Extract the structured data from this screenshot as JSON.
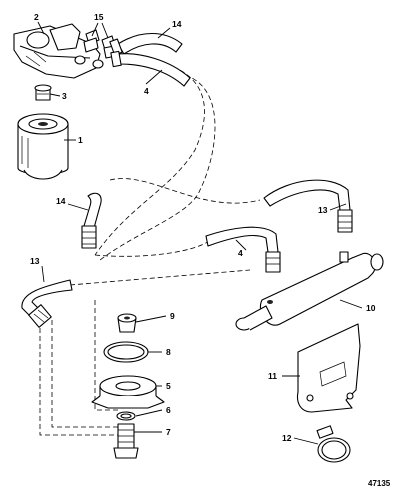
{
  "figure_id": "47135",
  "callouts": [
    {
      "key": "c1",
      "label": "1"
    },
    {
      "key": "c2",
      "label": "2"
    },
    {
      "key": "c3",
      "label": "3"
    },
    {
      "key": "c4a",
      "label": "4"
    },
    {
      "key": "c4b",
      "label": "4"
    },
    {
      "key": "c5",
      "label": "5"
    },
    {
      "key": "c6",
      "label": "6"
    },
    {
      "key": "c7",
      "label": "7"
    },
    {
      "key": "c8",
      "label": "8"
    },
    {
      "key": "c9",
      "label": "9"
    },
    {
      "key": "c10",
      "label": "10"
    },
    {
      "key": "c11",
      "label": "11"
    },
    {
      "key": "c12",
      "label": "12"
    },
    {
      "key": "c13a",
      "label": "13"
    },
    {
      "key": "c13b",
      "label": "13"
    },
    {
      "key": "c14a",
      "label": "14"
    },
    {
      "key": "c14b",
      "label": "14"
    },
    {
      "key": "c15",
      "label": "15"
    }
  ]
}
